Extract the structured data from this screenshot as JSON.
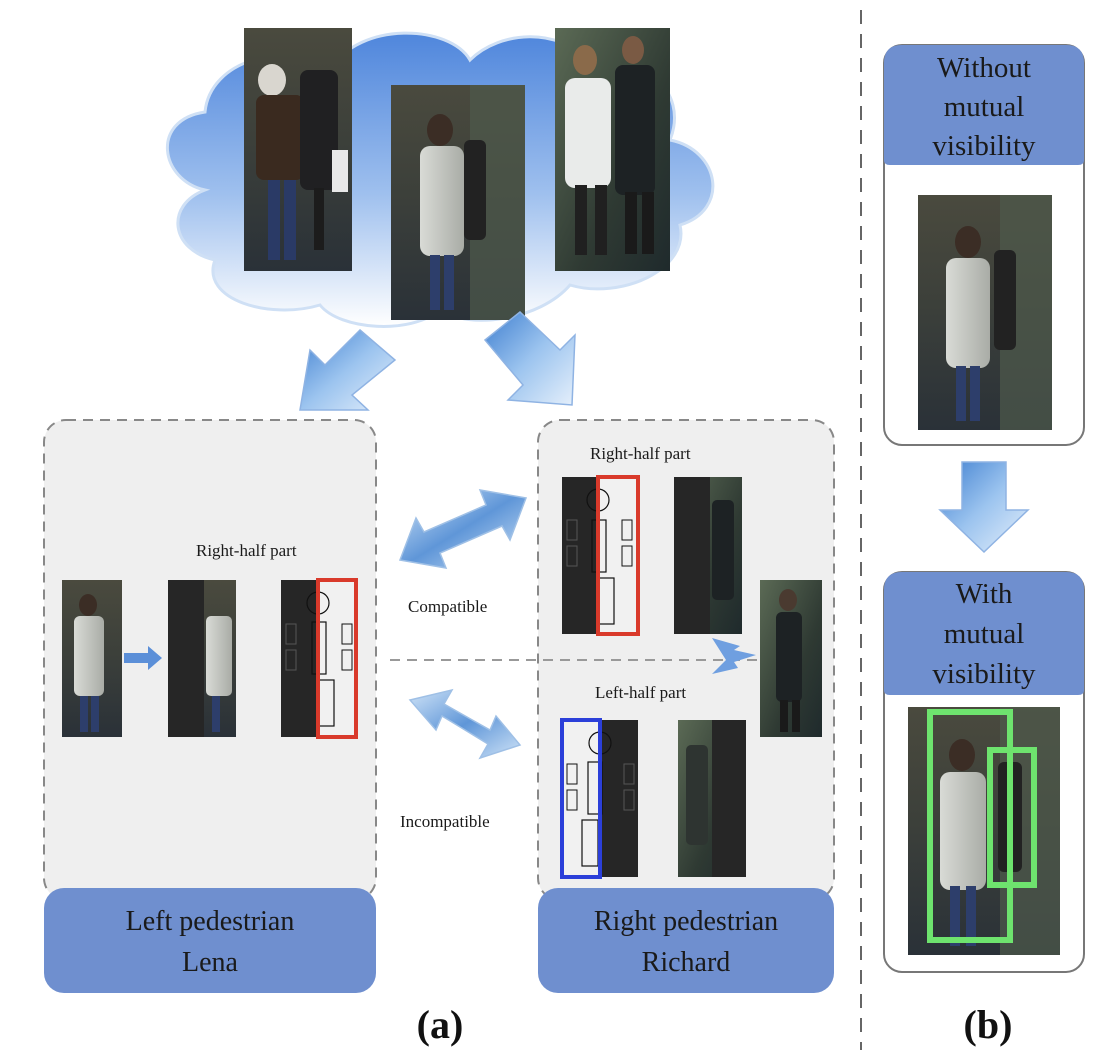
{
  "panel_a": {
    "label": "(a)",
    "left_panel": {
      "caption_line1": "Left pedestrian",
      "caption_line2": "Lena",
      "part_label": "Right-half part"
    },
    "right_panel": {
      "caption_line1": "Right pedestrian",
      "caption_line2": "Richard",
      "top_part_label": "Right-half part",
      "bottom_part_label": "Left-half part"
    },
    "relations": {
      "compatible": "Compatible",
      "incompatible": "Incompatible"
    }
  },
  "panel_b": {
    "label": "(b)",
    "top_box": {
      "line1": "Without",
      "line2": "mutual",
      "line3": "visibility"
    },
    "bottom_box": {
      "line1": "With",
      "line2": "mutual",
      "line3": "visibility"
    }
  },
  "colors": {
    "cloud": "#6f9fe0",
    "caption_box": "#6f8fcf",
    "panel_bg": "#efefef",
    "red_box": "#d93a2b",
    "blue_box": "#2b3fd9",
    "green_box": "#6ee36e"
  }
}
